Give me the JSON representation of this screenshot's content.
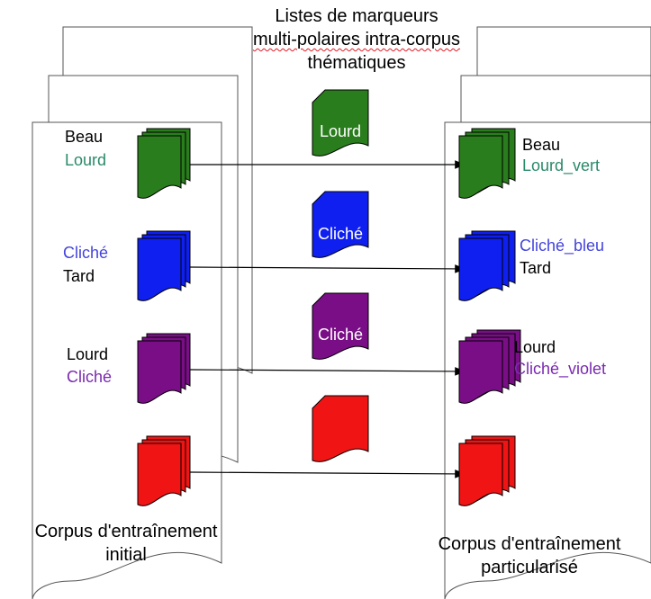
{
  "title_lines": [
    "Listes de marqueurs",
    "multi-polaires intra-corpus",
    "thématiques"
  ],
  "left_caption_lines": [
    "Corpus d'entraînement",
    "initial"
  ],
  "right_caption_lines": [
    "Corpus d'entraînement",
    "particularisé"
  ],
  "colors": {
    "green": "#2a7d1c",
    "blue": "#0f1ff0",
    "purple": "#7a0e86",
    "red": "#f01414",
    "teal_text": "#2a8a6a",
    "blue_text": "#4444dd",
    "purple_text": "#7a2ab0",
    "black_text": "#000000"
  },
  "rows": [
    {
      "color": "green",
      "left_labels": [
        {
          "text": "Beau",
          "color": "black_text"
        },
        {
          "text": "Lourd",
          "color": "teal_text"
        }
      ],
      "marker_label": "Lourd",
      "right_labels": [
        {
          "text": "Beau",
          "color": "black_text"
        },
        {
          "text": "Lourd_vert",
          "color": "teal_text"
        }
      ]
    },
    {
      "color": "blue",
      "left_labels": [
        {
          "text": "Cliché",
          "color": "blue_text"
        },
        {
          "text": "Tard",
          "color": "black_text"
        }
      ],
      "marker_label": "Cliché",
      "right_labels": [
        {
          "text": "Cliché_bleu",
          "color": "blue_text"
        },
        {
          "text": "Tard",
          "color": "black_text"
        }
      ]
    },
    {
      "color": "purple",
      "left_labels": [
        {
          "text": "Lourd",
          "color": "black_text"
        },
        {
          "text": "Cliché",
          "color": "purple_text"
        }
      ],
      "marker_label": "Cliché",
      "right_labels": [
        {
          "text": "Lourd",
          "color": "black_text"
        },
        {
          "text": "Cliché_violet",
          "color": "purple_text"
        }
      ]
    },
    {
      "color": "red",
      "left_labels": [],
      "marker_label": "",
      "right_labels": []
    }
  ]
}
